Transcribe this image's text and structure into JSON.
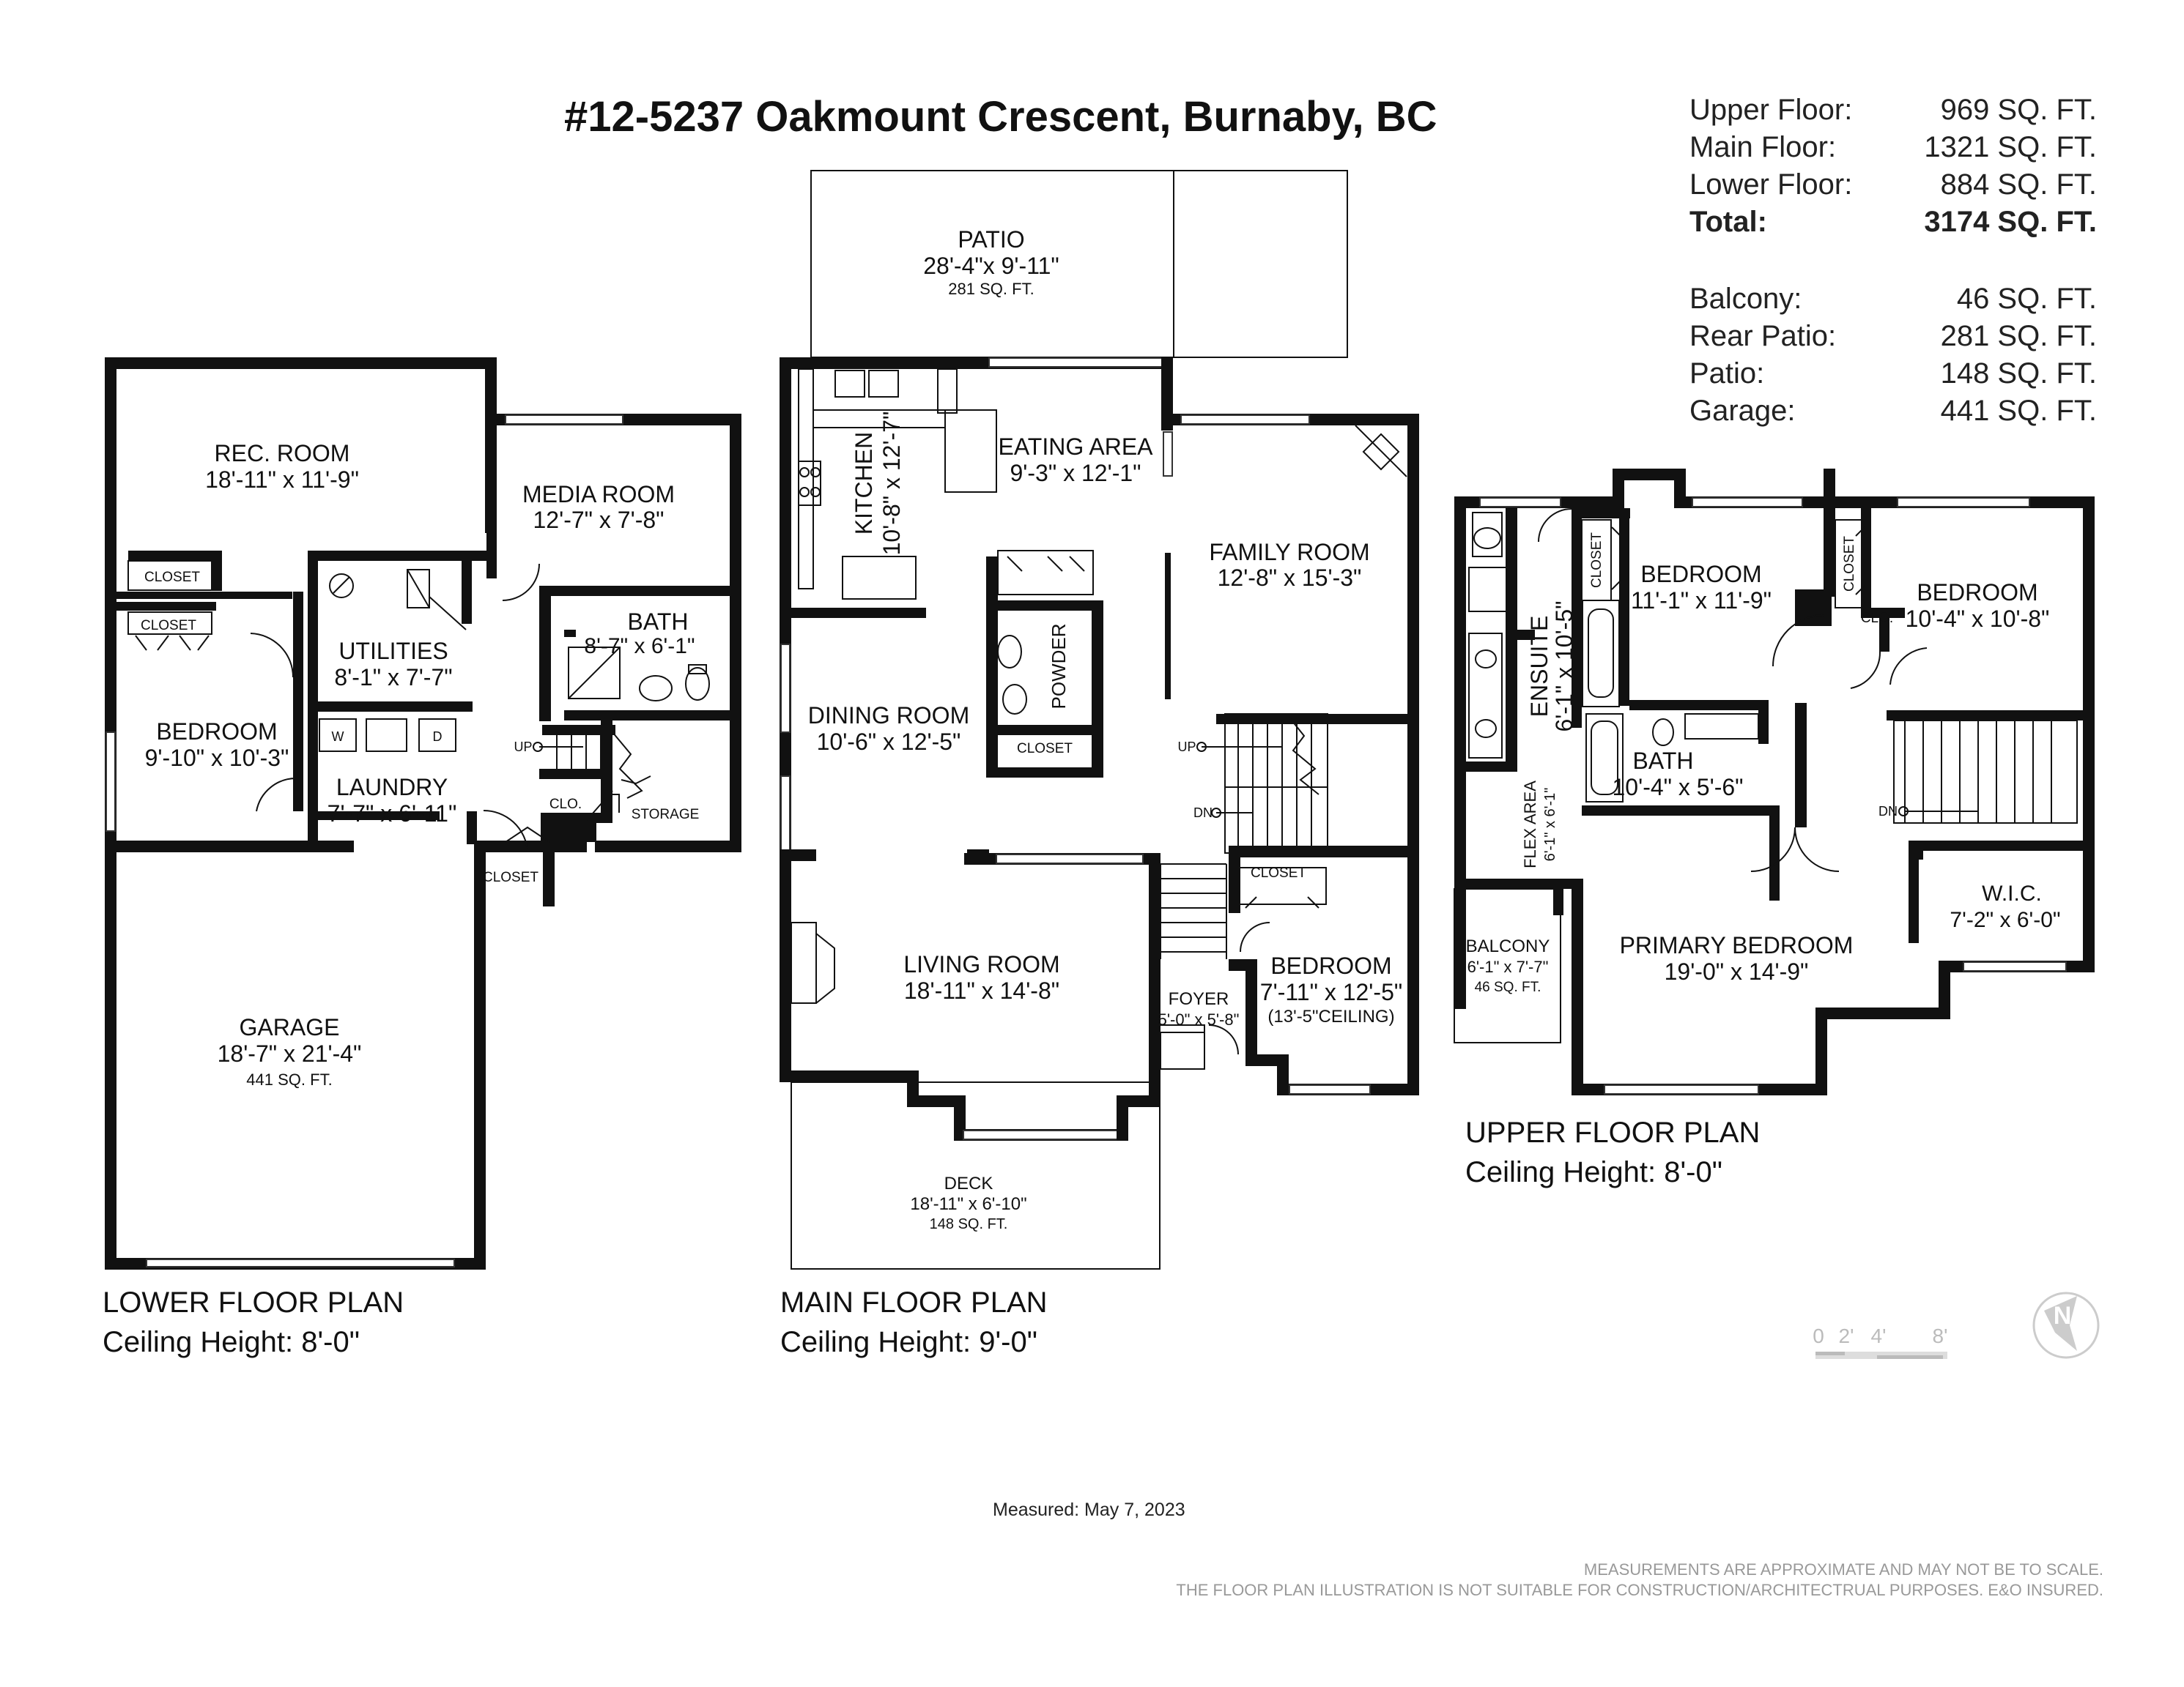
{
  "title": "#12-5237 Oakmount Crescent, Burnaby, BC",
  "areas": [
    {
      "label": "Upper Floor:",
      "value": "969 SQ. FT.",
      "bold": false
    },
    {
      "label": "Main Floor:",
      "value": "1321 SQ. FT.",
      "bold": false
    },
    {
      "label": "Lower Floor:",
      "value": "884 SQ. FT.",
      "bold": false
    },
    {
      "label": "Total:",
      "value": "3174 SQ. FT.",
      "bold": true
    }
  ],
  "extra_areas": [
    {
      "label": "Balcony:",
      "value": "46 SQ. FT."
    },
    {
      "label": "Rear Patio:",
      "value": "281 SQ. FT."
    },
    {
      "label": "Patio:",
      "value": "148 SQ. FT."
    },
    {
      "label": "Garage:",
      "value": "441 SQ. FT."
    }
  ],
  "lower": {
    "title": "LOWER FLOOR PLAN",
    "ceiling": "Ceiling Height: 8'-0\"",
    "rec_name": "REC. ROOM",
    "rec_dim": "18'-11\"  x 11'-9\"",
    "media_name": "MEDIA ROOM",
    "media_dim": "12'-7\" x 7'-8\"",
    "util_name": "UTILITIES",
    "util_dim": "8'-1\" x 7'-7\"",
    "bath_name": "BATH",
    "bath_dim": "8'-7\" x 6'-1\"",
    "bed_name": "BEDROOM",
    "bed_dim": "9'-10\" x 10'-3\"",
    "laundry_name": "LAUNDRY",
    "laundry_dim": "7'-7\" x 6'-11\"",
    "garage_name": "GARAGE",
    "garage_dim": "18'-7\" x 21'-4\"",
    "garage_area": "441 SQ. FT.",
    "closet1": "CLOSET",
    "closet2": "CLOSET",
    "closet3": "CLOSET",
    "clo": "CLO.",
    "storage": "STORAGE",
    "up": "UP",
    "w": "W",
    "d": "D"
  },
  "main": {
    "title": "MAIN FLOOR PLAN",
    "ceiling": "Ceiling Height: 9'-0\"",
    "patio_name": "PATIO",
    "patio_dim": "28'-4\"x 9'-11\"",
    "patio_area": "281 SQ. FT.",
    "kitchen_name": "KITCHEN",
    "kitchen_dim": "10'-8\" x 12'-7\"",
    "eating_name": "EATING AREA",
    "eating_dim": "9'-3\" x 12'-1\"",
    "family_name": "FAMILY ROOM",
    "family_dim": "12'-8\" x 15'-3\"",
    "powder": "POWDER",
    "closet": "CLOSET",
    "dining_name": "DINING ROOM",
    "dining_dim": "10'-6\" x 12'-5\"",
    "living_name": "LIVING ROOM",
    "living_dim": "18'-11\"  x 14'-8\"",
    "foyer_name": "FOYER",
    "foyer_dim": "5'-0\" x 5'-8\"",
    "bed_closet": "CLOSET",
    "bed_name": "BEDROOM",
    "bed_dim": "7'-11\" x 12'-5\"",
    "bed_ceiling": "(13'-5\"CEILING)",
    "deck_name": "DECK",
    "deck_dim": "18'-11\" x 6'-10\"",
    "deck_area": "148 SQ. FT.",
    "up": "UP",
    "dn": "DN"
  },
  "upper": {
    "title": "UPPER FLOOR PLAN",
    "ceiling": "Ceiling Height: 8'-0\"",
    "bed1_name": "BEDROOM",
    "bed1_dim": "11'-1\" x 11'-9\"",
    "bed2_name": "BEDROOM",
    "bed2_dim": "10'-4\" x 10'-8\"",
    "ensuite_name": "ENSUITE",
    "ensuite_dim": "6'-1\" x 10'-5\"",
    "bath_name": "BATH",
    "bath_dim": "10'-4\" x 5'-6\"",
    "flex_name": "FLEX AREA",
    "flex_dim": "6'-1\" x 6'-1\"",
    "balcony_name": "BALCONY",
    "balcony_dim": "6'-1\" x 7'-7\"",
    "balcony_area": "46 SQ. FT.",
    "primary_name": "PRIMARY BEDROOM",
    "primary_dim": "19'-0\" x 14'-9\"",
    "wic_name": "W.I.C.",
    "wic_dim": "7'-2\" x 6'-0\"",
    "closet1": "CLOSET",
    "closet2": "CLOSET",
    "clo": "CLO.",
    "dn": "DN"
  },
  "scale_labels": [
    "0",
    "2'",
    "4'",
    "8'"
  ],
  "compass_letter": "N",
  "measured": "Measured: May 7, 2023",
  "disclaimer1": "MEASUREMENTS ARE APPROXIMATE AND MAY NOT BE TO SCALE.",
  "disclaimer2": "THE FLOOR PLAN ILLUSTRATION IS NOT SUITABLE FOR CONSTRUCTION/ARCHITECTRUAL PURPOSES. E&O INSURED."
}
